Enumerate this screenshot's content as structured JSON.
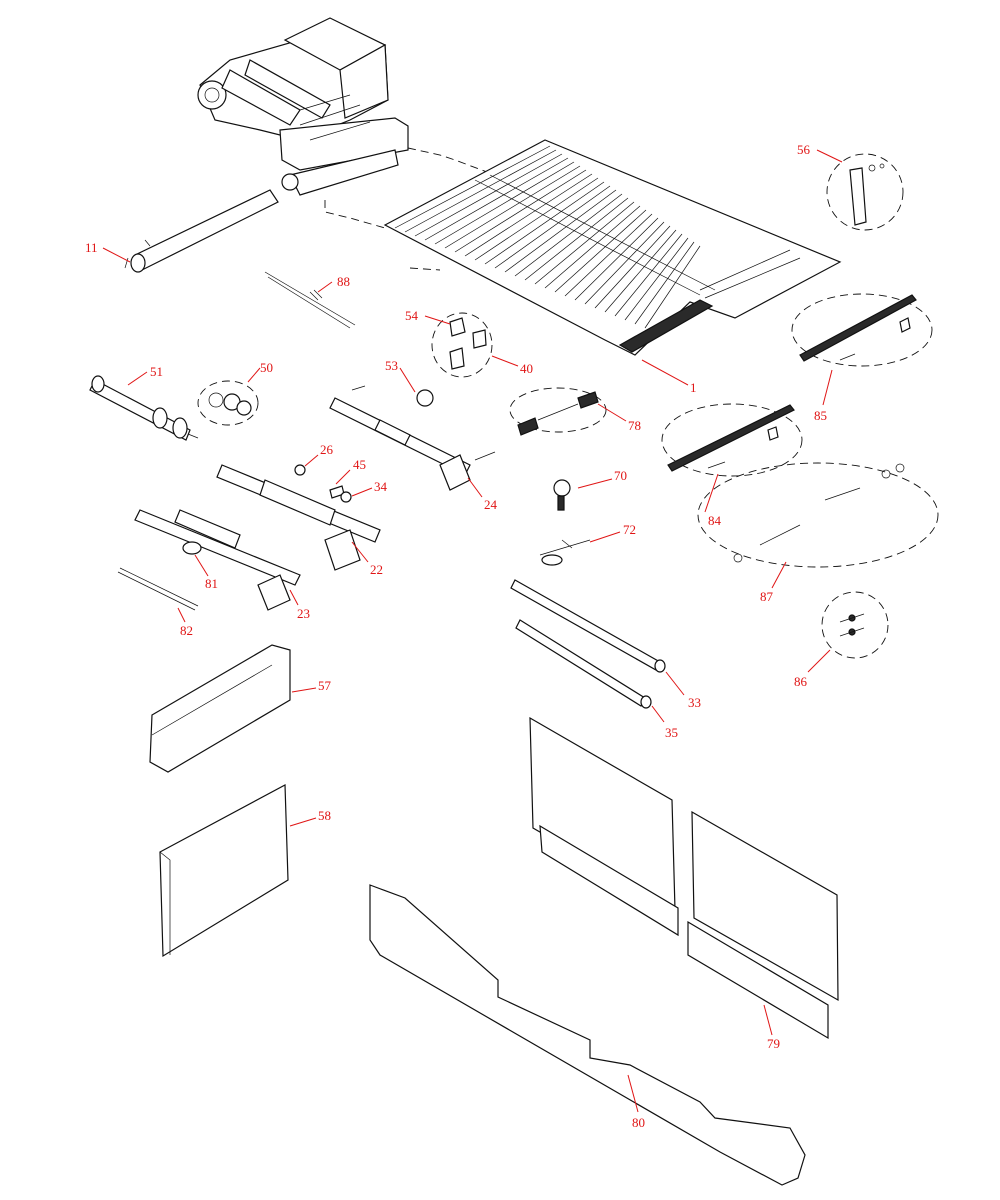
{
  "diagram": {
    "accent_color": "#e01515",
    "callouts": [
      {
        "id": "11",
        "label": "11"
      },
      {
        "id": "88",
        "label": "88"
      },
      {
        "id": "56",
        "label": "56"
      },
      {
        "id": "54",
        "label": "54"
      },
      {
        "id": "40",
        "label": "40"
      },
      {
        "id": "1",
        "label": "1"
      },
      {
        "id": "51",
        "label": "51"
      },
      {
        "id": "50",
        "label": "50"
      },
      {
        "id": "53",
        "label": "53"
      },
      {
        "id": "78",
        "label": "78"
      },
      {
        "id": "85",
        "label": "85"
      },
      {
        "id": "26",
        "label": "26"
      },
      {
        "id": "45",
        "label": "45"
      },
      {
        "id": "34",
        "label": "34"
      },
      {
        "id": "24",
        "label": "24"
      },
      {
        "id": "70",
        "label": "70"
      },
      {
        "id": "84",
        "label": "84"
      },
      {
        "id": "72",
        "label": "72"
      },
      {
        "id": "81",
        "label": "81"
      },
      {
        "id": "22",
        "label": "22"
      },
      {
        "id": "23",
        "label": "23"
      },
      {
        "id": "87",
        "label": "87"
      },
      {
        "id": "82",
        "label": "82"
      },
      {
        "id": "86",
        "label": "86"
      },
      {
        "id": "57",
        "label": "57"
      },
      {
        "id": "33",
        "label": "33"
      },
      {
        "id": "35",
        "label": "35"
      },
      {
        "id": "58",
        "label": "58"
      },
      {
        "id": "79",
        "label": "79"
      },
      {
        "id": "80",
        "label": "80"
      }
    ]
  }
}
